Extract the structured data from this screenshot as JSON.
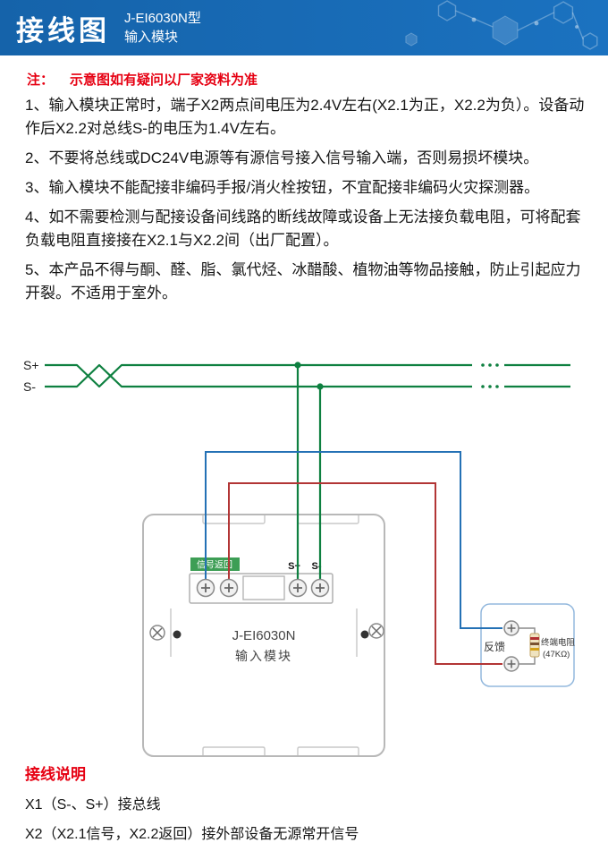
{
  "header": {
    "title": "接线图",
    "model": "J-EI6030N型",
    "module_type": "输入模块"
  },
  "note": {
    "prefix": "注：",
    "text": "示意图如有疑问以厂家资料为准"
  },
  "instructions": [
    "1、输入模块正常时，端子X2两点间电压为2.4V左右(X2.1为正，X2.2为负）。设备动作后X2.2对总线S-的电压为1.4V左右。",
    "2、不要将总线或DC24V电源等有源信号接入信号输入端，否则易损坏模块。",
    "3、输入模块不能配接非编码手报/消火栓按钮，不宜配接非编码火灾探测器。",
    "4、如不需要检测与配接设备间线路的断线故障或设备上无法接负载电阻，可将配套负载电阻直接接在X2.1与X2.2间（出厂配置）。",
    "5、本产品不得与酮、醛、脂、氯代烃、冰醋酸、植物油等物品接触，防止引起应力开裂。不适用于室外。"
  ],
  "diagram": {
    "bus": {
      "s_plus_label": "S+",
      "s_minus_label": "S-"
    },
    "module": {
      "terminal_group_label": "信号返回",
      "s_plus_label": "S+",
      "s_minus_label": "S-",
      "model": "J-EI6030N",
      "name": "输入模块"
    },
    "feedback": {
      "label": "反馈",
      "resistor_name": "终端电阻",
      "resistor_value": "(47KΩ)"
    },
    "colors": {
      "bus_wire": "#0e8040",
      "signal_wire": "#2471b5",
      "return_wire": "#b23535"
    }
  },
  "legend": {
    "title": "接线说明",
    "lines": [
      "X1（S-、S+）接总线",
      "X2（X2.1信号，X2.2返回）接外部设备无源常开信号"
    ]
  }
}
